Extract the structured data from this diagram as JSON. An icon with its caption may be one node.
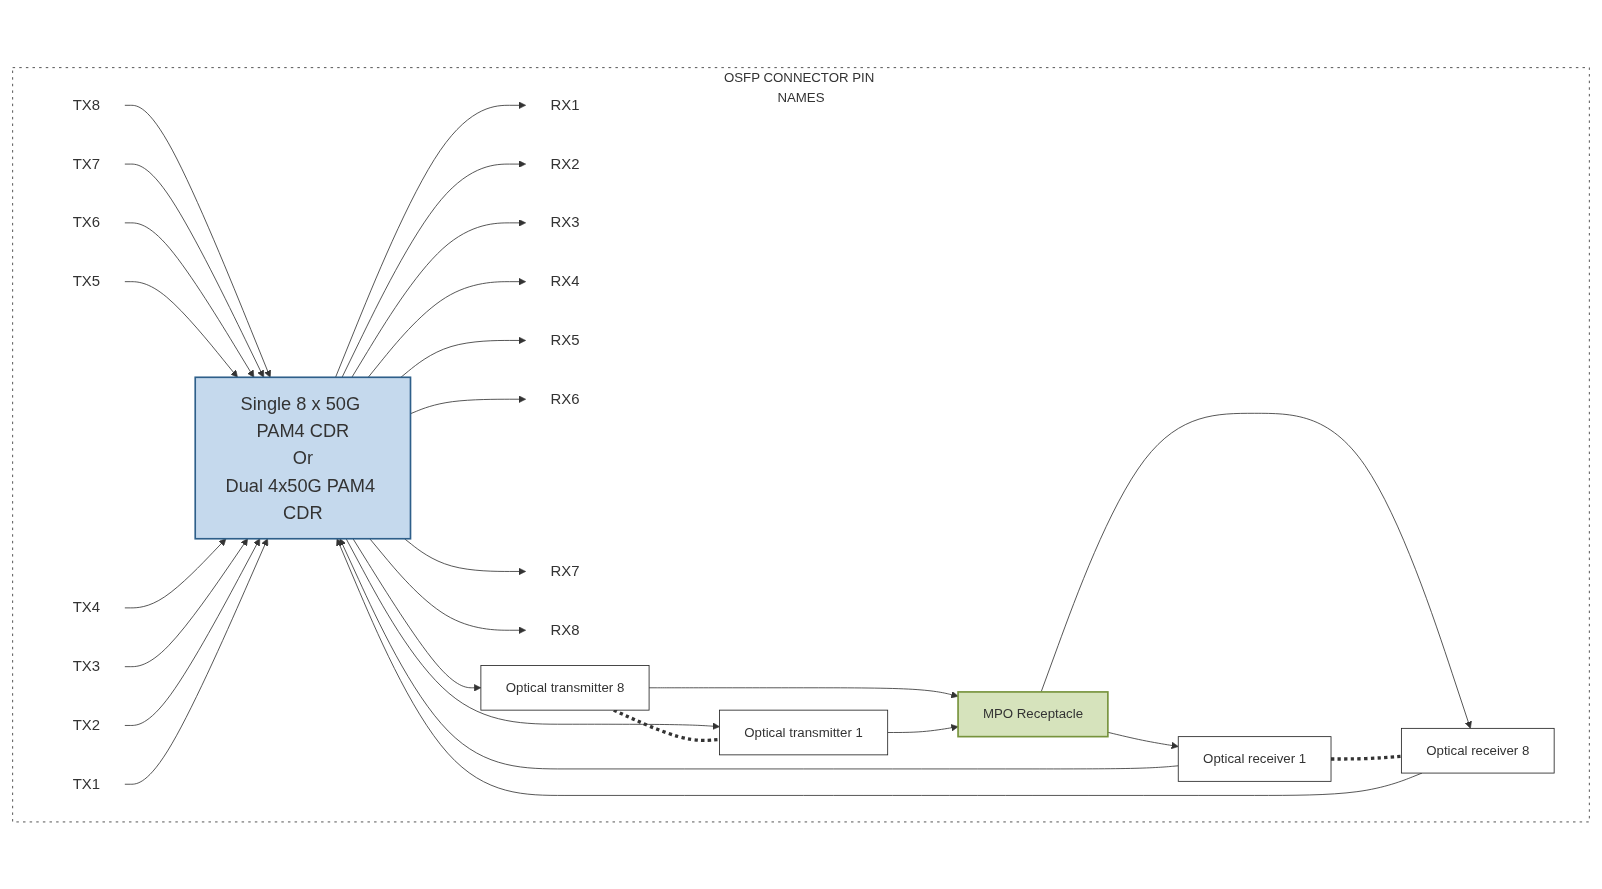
{
  "diagram": {
    "nodes": [
      {
        "text": [
          "OSFP CONNECTOR PIN NAMES"
        ]
      },
      {
        "text": [
          "RX1"
        ],
        "in": 0
      },
      {
        "text": [
          "RX2"
        ],
        "in": 0
      },
      {
        "text": [
          "RX3"
        ],
        "in": 0
      },
      {
        "text": [
          "RX4"
        ],
        "in": 0
      },
      {
        "text": [
          "RX5"
        ],
        "in": 0
      },
      {
        "text": [
          "RX6"
        ],
        "in": 0
      },
      {
        "text": [
          "RX7"
        ],
        "in": 0
      },
      {
        "text": [
          "RX8"
        ],
        "in": 0
      },
      {
        "text": [
          "TX8"
        ],
        "in": 0
      },
      {
        "text": [
          "TX7"
        ],
        "in": 0
      },
      {
        "text": [
          "TX6"
        ],
        "in": 0
      },
      {
        "text": [
          "TX5"
        ],
        "in": 0
      },
      {
        "text": [
          "TX4"
        ],
        "in": 0
      },
      {
        "text": [
          "TX3"
        ],
        "in": 0
      },
      {
        "text": [
          "TX2"
        ],
        "in": 0
      },
      {
        "text": [
          "TX1"
        ],
        "in": 0
      },
      {
        "text": [
          "Single 8 x 50G PAM4 CDR",
          "Or",
          "Dual 4x50G PAM4 CDR"
        ],
        "in": 0
      },
      {
        "text": [
          "Optical receiver 1"
        ],
        "in": 0
      },
      {
        "text": [
          "Optical receiver 8"
        ],
        "in": 0
      },
      {
        "text": [
          "Optical transmitter 8"
        ],
        "in": 0
      },
      {
        "text": [
          "Optical transmitter 1"
        ],
        "in": 0
      },
      {
        "text": [
          "MPO Receptacle"
        ],
        "in": 0
      }
    ],
    "edges": [
      {
        "from": 17,
        "to": 1,
        "arrow": "to"
      },
      {
        "from": 17,
        "to": 2,
        "arrow": "to"
      },
      {
        "from": 17,
        "to": 3,
        "arrow": "to"
      },
      {
        "from": 17,
        "to": 4,
        "arrow": "to"
      },
      {
        "from": 17,
        "to": 5,
        "arrow": "to"
      },
      {
        "from": 17,
        "to": 6,
        "arrow": "to"
      },
      {
        "from": 17,
        "to": 7,
        "arrow": "to"
      },
      {
        "from": 17,
        "to": 8,
        "arrow": "to"
      },
      {
        "from": 9,
        "to": 17,
        "arrow": "to"
      },
      {
        "from": 10,
        "to": 17,
        "arrow": "to"
      },
      {
        "from": 11,
        "to": 17,
        "arrow": "to"
      },
      {
        "from": 12,
        "to": 17,
        "arrow": "to"
      },
      {
        "from": 13,
        "to": 17,
        "arrow": "to"
      },
      {
        "from": 14,
        "to": 17,
        "arrow": "to"
      },
      {
        "from": 15,
        "to": 17,
        "arrow": "to"
      },
      {
        "from": 16,
        "to": 17,
        "arrow": "to"
      },
      {
        "from": 18,
        "to": 17,
        "arrow": "to"
      },
      {
        "from": 19,
        "to": 17,
        "arrow": "to"
      },
      {
        "from": 17,
        "to": 20,
        "arrow": "to"
      },
      {
        "from": 17,
        "to": 21,
        "arrow": "to"
      },
      {
        "from": 22,
        "to": 18,
        "arrow": "to"
      },
      {
        "from": 22,
        "to": 19,
        "arrow": "to"
      },
      {
        "from": 20,
        "to": 22,
        "arrow": "to"
      },
      {
        "from": 21,
        "to": 22,
        "arrow": "to"
      },
      {
        "from": 18,
        "to": 19,
        "arrow": "none",
        "style": "dashed"
      },
      {
        "from": 20,
        "to": 21,
        "arrow": "none",
        "style": "dashed"
      }
    ]
  }
}
